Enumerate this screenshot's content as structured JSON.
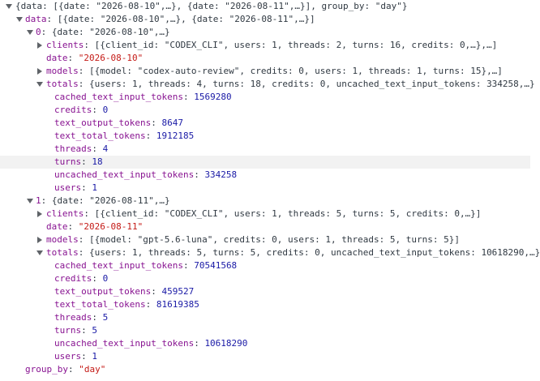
{
  "rows": [
    {
      "depth": 0,
      "expander": "open",
      "parts": [
        [
          "p",
          "{data: [{date: \"2026-08-10\",…}, {date: \"2026-08-11\",…}], group_by: \"day\"}"
        ]
      ]
    },
    {
      "depth": 1,
      "expander": "open",
      "parts": [
        [
          "k",
          "data"
        ],
        [
          "p",
          ": [{date: \"2026-08-10\",…}, {date: \"2026-08-11\",…}]"
        ]
      ]
    },
    {
      "depth": 2,
      "expander": "open",
      "parts": [
        [
          "k",
          "0"
        ],
        [
          "p",
          ": {date: \"2026-08-10\",…}"
        ]
      ]
    },
    {
      "depth": 3,
      "expander": "closed",
      "parts": [
        [
          "k",
          "clients"
        ],
        [
          "p",
          ": [{client_id: \"CODEX_CLI\", users: 1, threads: 2, turns: 16, credits: 0,…},…]"
        ]
      ]
    },
    {
      "depth": 3,
      "expander": "none",
      "parts": [
        [
          "k",
          "date"
        ],
        [
          "p",
          ": "
        ],
        [
          "s",
          "\"2026-08-10\""
        ]
      ]
    },
    {
      "depth": 3,
      "expander": "closed",
      "parts": [
        [
          "k",
          "models"
        ],
        [
          "p",
          ": [{model: \"codex-auto-review\", credits: 0, users: 1, threads: 1, turns: 15},…]"
        ]
      ]
    },
    {
      "depth": 3,
      "expander": "open",
      "parts": [
        [
          "k",
          "totals"
        ],
        [
          "p",
          ": {users: 1, threads: 4, turns: 18, credits: 0, uncached_text_input_tokens: 334258,…}"
        ]
      ]
    },
    {
      "depth": 4,
      "expander": "none",
      "parts": [
        [
          "k",
          "cached_text_input_tokens"
        ],
        [
          "p",
          ": "
        ],
        [
          "n",
          "1569280"
        ]
      ]
    },
    {
      "depth": 4,
      "expander": "none",
      "parts": [
        [
          "k",
          "credits"
        ],
        [
          "p",
          ": "
        ],
        [
          "n",
          "0"
        ]
      ]
    },
    {
      "depth": 4,
      "expander": "none",
      "parts": [
        [
          "k",
          "text_output_tokens"
        ],
        [
          "p",
          ": "
        ],
        [
          "n",
          "8647"
        ]
      ]
    },
    {
      "depth": 4,
      "expander": "none",
      "parts": [
        [
          "k",
          "text_total_tokens"
        ],
        [
          "p",
          ": "
        ],
        [
          "n",
          "1912185"
        ]
      ]
    },
    {
      "depth": 4,
      "expander": "none",
      "parts": [
        [
          "k",
          "threads"
        ],
        [
          "p",
          ": "
        ],
        [
          "n",
          "4"
        ]
      ]
    },
    {
      "depth": 4,
      "expander": "none",
      "highlighted": true,
      "parts": [
        [
          "k",
          "turns"
        ],
        [
          "p",
          ": "
        ],
        [
          "n",
          "18"
        ]
      ]
    },
    {
      "depth": 4,
      "expander": "none",
      "parts": [
        [
          "k",
          "uncached_text_input_tokens"
        ],
        [
          "p",
          ": "
        ],
        [
          "n",
          "334258"
        ]
      ]
    },
    {
      "depth": 4,
      "expander": "none",
      "parts": [
        [
          "k",
          "users"
        ],
        [
          "p",
          ": "
        ],
        [
          "n",
          "1"
        ]
      ]
    },
    {
      "depth": 2,
      "expander": "open",
      "parts": [
        [
          "k",
          "1"
        ],
        [
          "p",
          ": {date: \"2026-08-11\",…}"
        ]
      ]
    },
    {
      "depth": 3,
      "expander": "closed",
      "parts": [
        [
          "k",
          "clients"
        ],
        [
          "p",
          ": [{client_id: \"CODEX_CLI\", users: 1, threads: 5, turns: 5, credits: 0,…}]"
        ]
      ]
    },
    {
      "depth": 3,
      "expander": "none",
      "parts": [
        [
          "k",
          "date"
        ],
        [
          "p",
          ": "
        ],
        [
          "s",
          "\"2026-08-11\""
        ]
      ]
    },
    {
      "depth": 3,
      "expander": "closed",
      "parts": [
        [
          "k",
          "models"
        ],
        [
          "p",
          ": [{model: \"gpt-5.6-luna\", credits: 0, users: 1, threads: 5, turns: 5}]"
        ]
      ]
    },
    {
      "depth": 3,
      "expander": "open",
      "parts": [
        [
          "k",
          "totals"
        ],
        [
          "p",
          ": {users: 1, threads: 5, turns: 5, credits: 0, uncached_text_input_tokens: 10618290,…}"
        ]
      ]
    },
    {
      "depth": 4,
      "expander": "none",
      "parts": [
        [
          "k",
          "cached_text_input_tokens"
        ],
        [
          "p",
          ": "
        ],
        [
          "n",
          "70541568"
        ]
      ]
    },
    {
      "depth": 4,
      "expander": "none",
      "parts": [
        [
          "k",
          "credits"
        ],
        [
          "p",
          ": "
        ],
        [
          "n",
          "0"
        ]
      ]
    },
    {
      "depth": 4,
      "expander": "none",
      "parts": [
        [
          "k",
          "text_output_tokens"
        ],
        [
          "p",
          ": "
        ],
        [
          "n",
          "459527"
        ]
      ]
    },
    {
      "depth": 4,
      "expander": "none",
      "parts": [
        [
          "k",
          "text_total_tokens"
        ],
        [
          "p",
          ": "
        ],
        [
          "n",
          "81619385"
        ]
      ]
    },
    {
      "depth": 4,
      "expander": "none",
      "parts": [
        [
          "k",
          "threads"
        ],
        [
          "p",
          ": "
        ],
        [
          "n",
          "5"
        ]
      ]
    },
    {
      "depth": 4,
      "expander": "none",
      "parts": [
        [
          "k",
          "turns"
        ],
        [
          "p",
          ": "
        ],
        [
          "n",
          "5"
        ]
      ]
    },
    {
      "depth": 4,
      "expander": "none",
      "parts": [
        [
          "k",
          "uncached_text_input_tokens"
        ],
        [
          "p",
          ": "
        ],
        [
          "n",
          "10618290"
        ]
      ]
    },
    {
      "depth": 4,
      "expander": "none",
      "parts": [
        [
          "k",
          "users"
        ],
        [
          "p",
          ": "
        ],
        [
          "n",
          "1"
        ]
      ]
    },
    {
      "depth": 1,
      "expander": "none",
      "parts": [
        [
          "k",
          "group_by"
        ],
        [
          "p",
          ": "
        ],
        [
          "s",
          "\"day\""
        ]
      ]
    }
  ],
  "colors": {
    "key": "#881391",
    "string": "#c41a16",
    "number": "#1a1aa6",
    "punctuation": "#303942",
    "expander": "#5f6368",
    "highlight": "#f2f2f2"
  }
}
